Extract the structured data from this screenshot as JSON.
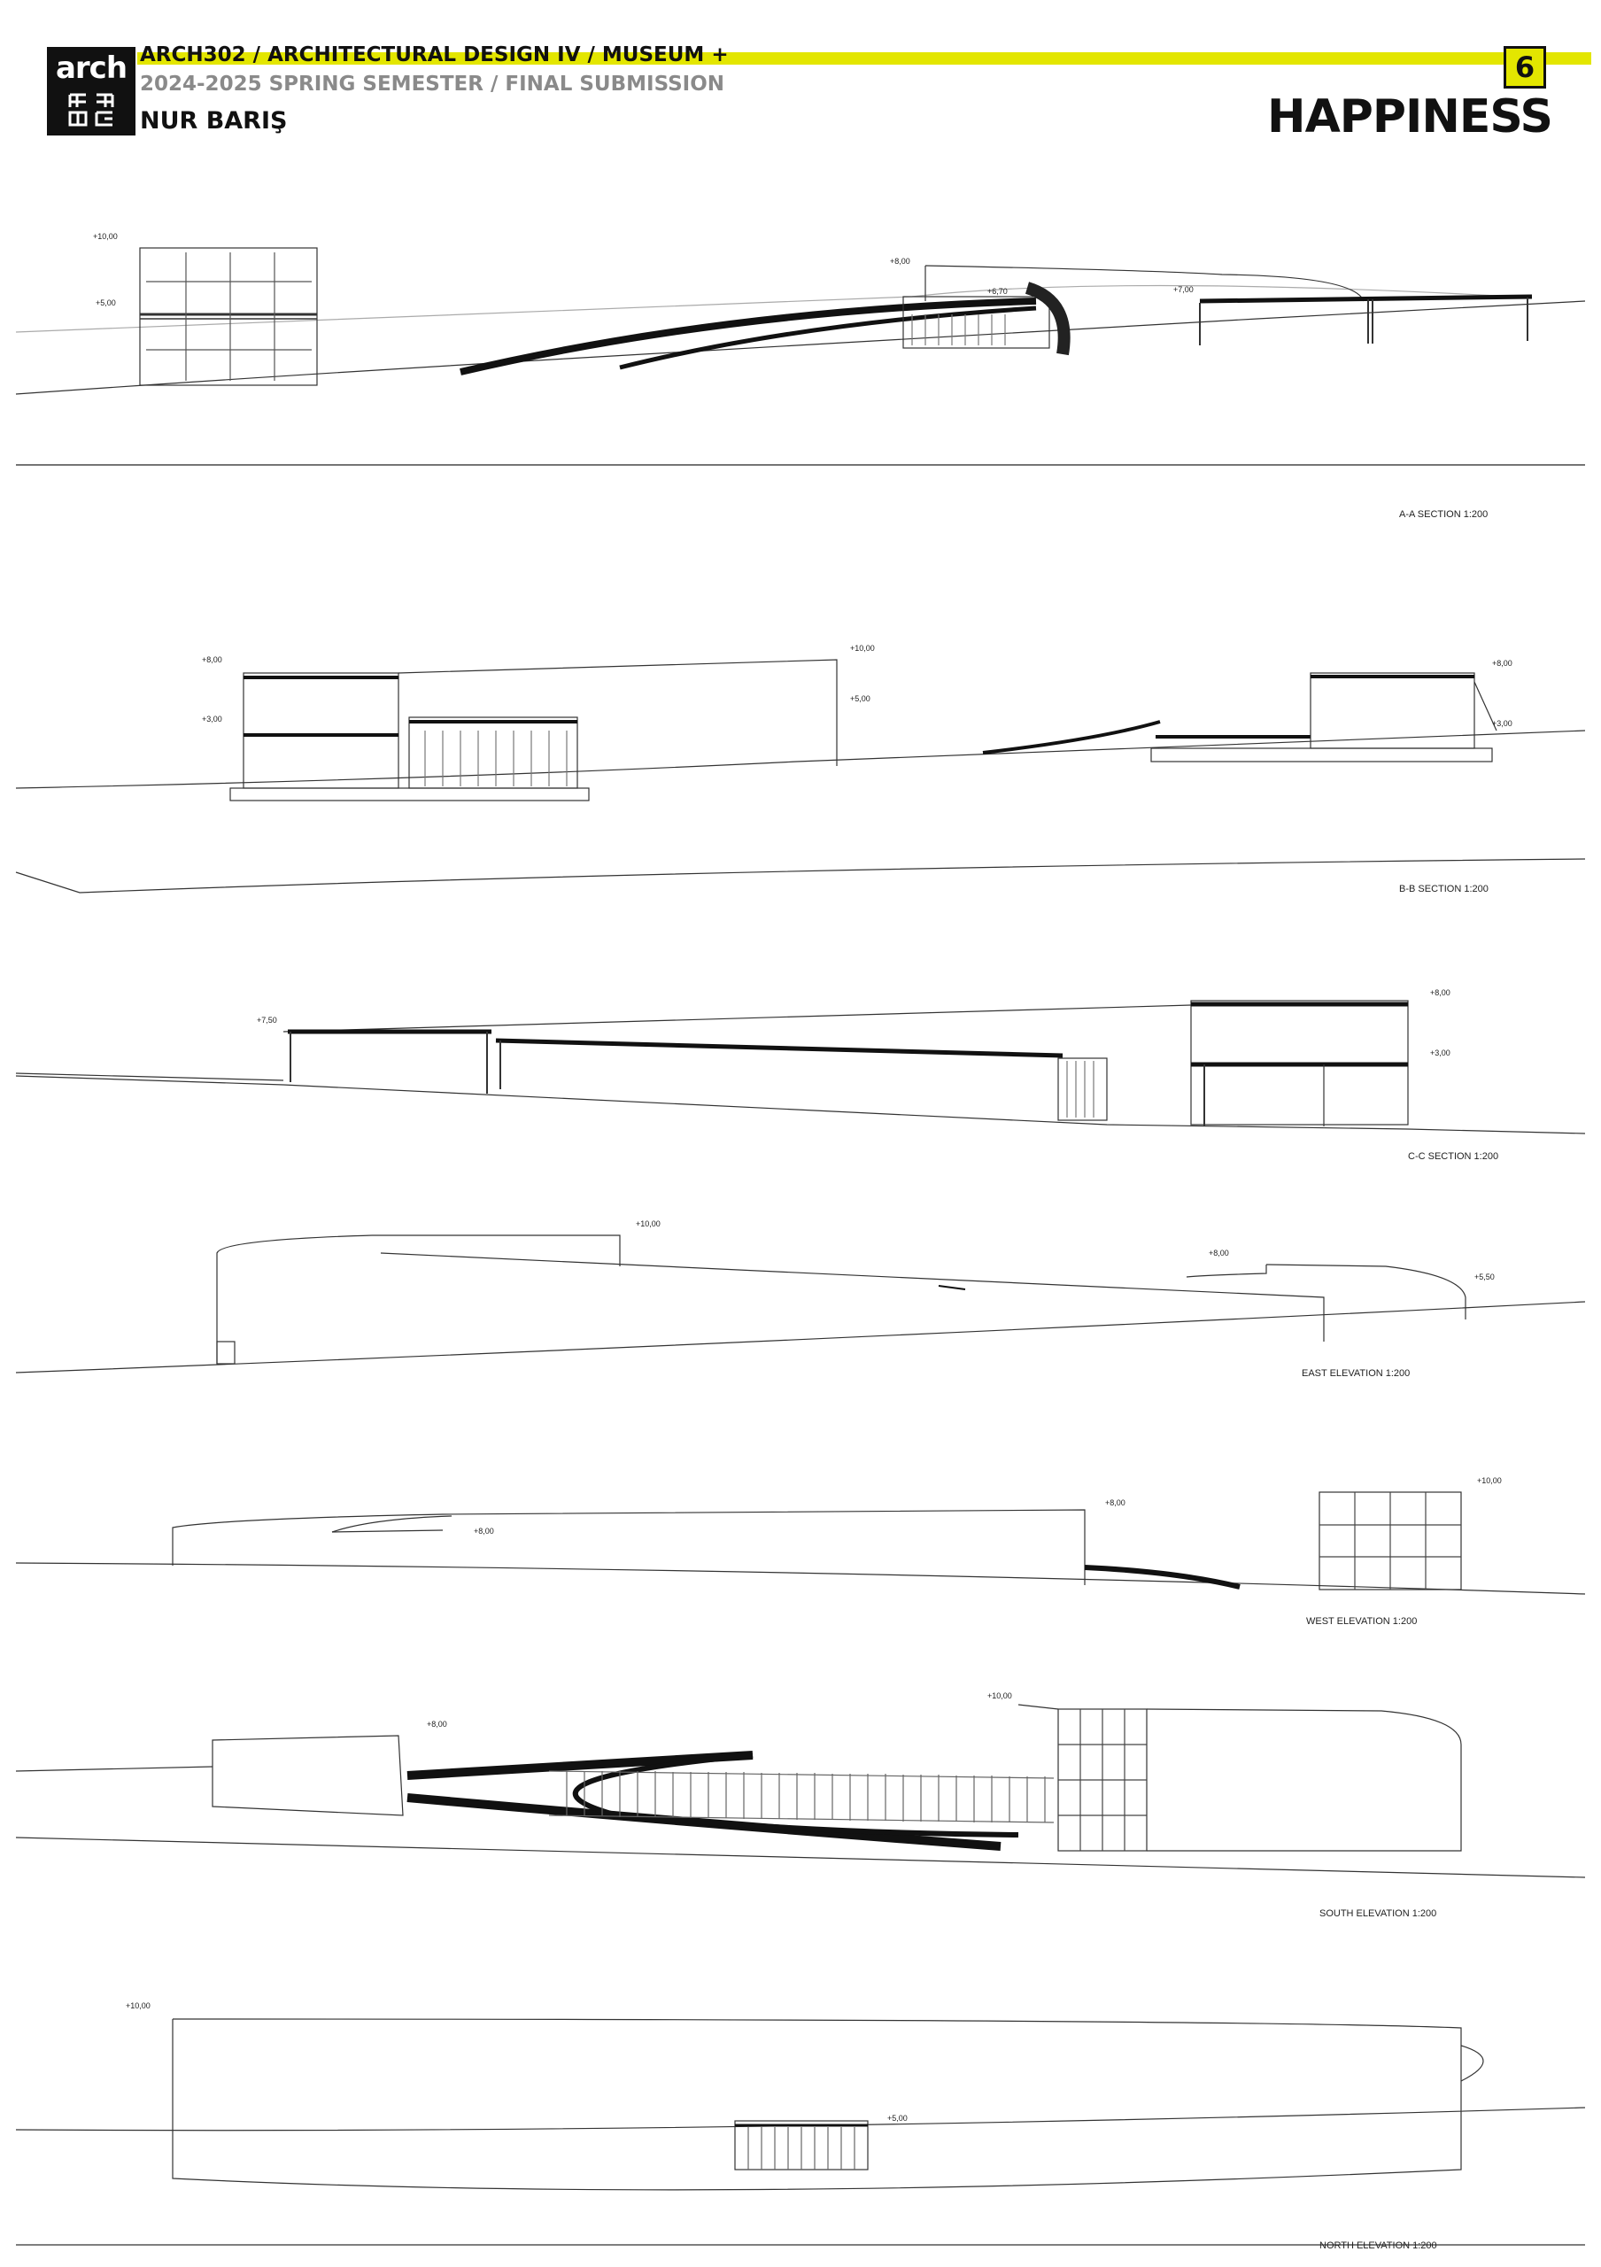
{
  "header": {
    "logo_text": "arch",
    "course": "ARCH302 / ARCHITECTURAL DESIGN IV / MUSEUM +",
    "semester": "2024-2025 SPRING SEMESTER / FINAL SUBMISSION",
    "author": "NUR BARIŞ",
    "page_number": "6",
    "project_title": "HAPPINESS",
    "accent_color": "#e3e600"
  },
  "drawings": {
    "aa": {
      "caption": "A-A SECTION 1:200",
      "levels": [
        "+10,00",
        "+5,00",
        "+8,00",
        "+6,70",
        "+7,00"
      ]
    },
    "bb": {
      "caption": "B-B SECTION 1:200",
      "levels": [
        "+8,00",
        "+3,00",
        "+10,00",
        "+5,00",
        "+8,00",
        "+3,00"
      ]
    },
    "cc": {
      "caption": "C-C SECTION 1:200",
      "levels": [
        "+7,50",
        "+8,00",
        "+3,00"
      ]
    },
    "east": {
      "caption": "EAST ELEVATION 1:200",
      "levels": [
        "+10,00",
        "+8,00",
        "+5,50"
      ]
    },
    "west": {
      "caption": "WEST ELEVATION 1:200",
      "levels": [
        "+8,00",
        "+8,00",
        "+10,00"
      ]
    },
    "south": {
      "caption": "SOUTH ELEVATION 1:200",
      "levels": [
        "+8,00",
        "+10,00"
      ]
    },
    "north": {
      "caption": "NORTH ELEVATION 1:200",
      "levels": [
        "+10,00",
        "+5,00"
      ]
    }
  }
}
